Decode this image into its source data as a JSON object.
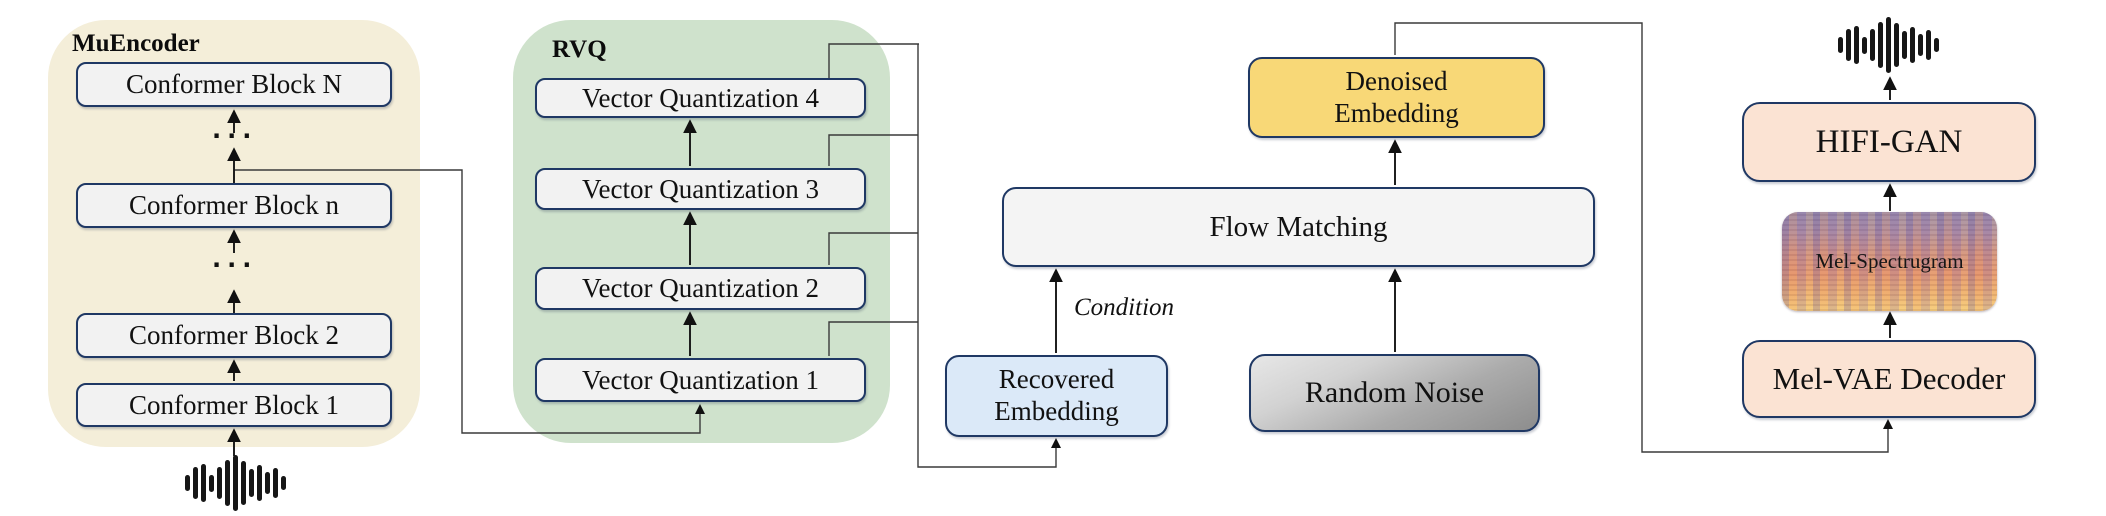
{
  "muencoder": {
    "title": "MuEncoder",
    "blocks": [
      "Conformer Block 1",
      "Conformer Block 2",
      "Conformer Block n",
      "Conformer Block N"
    ],
    "dots": "···"
  },
  "rvq": {
    "title": "RVQ",
    "blocks": [
      "Vector Quantization 1",
      "Vector Quantization 2",
      "Vector Quantization 3",
      "Vector Quantization 4"
    ]
  },
  "middle": {
    "recovered_line1": "Recovered",
    "recovered_line2": "Embedding",
    "condition": "Condition",
    "flow_matching": "Flow Matching",
    "denoised_line1": "Denoised",
    "denoised_line2": "Embedding",
    "random_noise": "Random Noise"
  },
  "right": {
    "hifigan": "HIFI-GAN",
    "mel_spectrogram": "Mel-Spectrugram",
    "mel_vae": "Mel-VAE Decoder"
  },
  "icons": {
    "input_waveform": "waveform-icon",
    "output_waveform": "waveform-icon"
  },
  "colors": {
    "muencoder_bg": "#f4eed9",
    "rvq_bg": "#cfe2cc",
    "block_bg": "#f2f2f2",
    "border_navy": "#1f3864",
    "recovered_bg": "#dbe9f8",
    "denoised_bg": "#f8d877",
    "hifigan_bg": "#fbe3d3",
    "noise_gradient_from": "#e7e7e7",
    "noise_gradient_to": "#8d8d8d",
    "wire": "#3a3a3a"
  }
}
